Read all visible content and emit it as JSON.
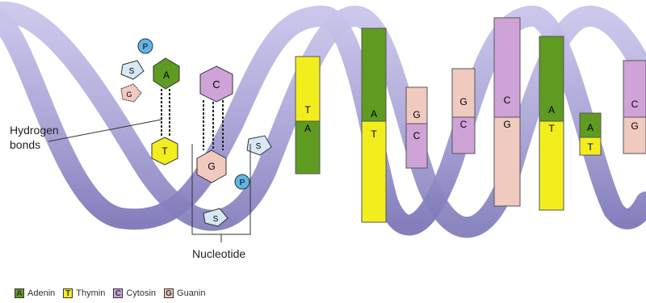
{
  "labels": {
    "hydrogen_bonds_line1": "Hydrogen",
    "hydrogen_bonds_line2": "bonds",
    "nucleotide": "Nucleotide"
  },
  "components": {
    "phosphate": "P",
    "sugar": "S"
  },
  "bases": {
    "adenine": "A",
    "thymine": "T",
    "cytosine": "C",
    "guanine": "G"
  },
  "legend": [
    {
      "letter": "A",
      "name": "Adenin",
      "color": "#5f9a21"
    },
    {
      "letter": "T",
      "name": "Thymin",
      "color": "#f2ee1e"
    },
    {
      "letter": "C",
      "name": "Cytosin",
      "color": "#cfa3d8"
    },
    {
      "letter": "G",
      "name": "Guanin",
      "color": "#f0c9bf"
    }
  ],
  "colors": {
    "backbone": "#a8a3d6",
    "backbone_dark": "#7d78b8",
    "adenine": "#5f9a21",
    "thymine": "#f2ee1e",
    "cytosine": "#cfa3d8",
    "guanine": "#f0c9bf",
    "phosphate": "#5fb5e6"
  }
}
